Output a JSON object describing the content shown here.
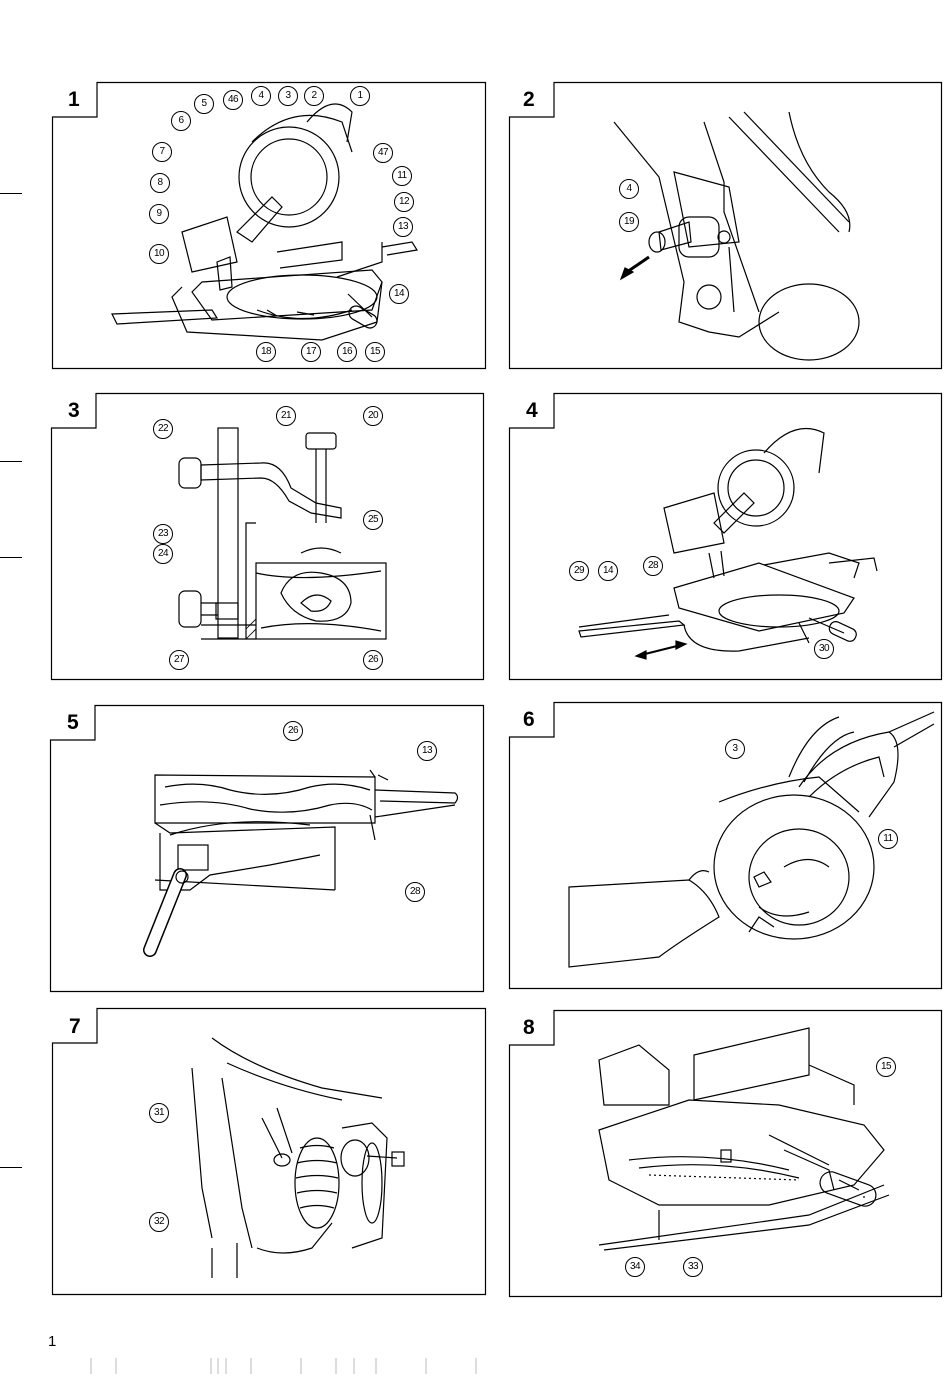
{
  "page_number": "1",
  "panels": [
    {
      "number": "1",
      "callouts": [
        "1",
        "2",
        "3",
        "4",
        "46",
        "5",
        "6",
        "7",
        "8",
        "9",
        "10",
        "11",
        "12",
        "13",
        "14",
        "15",
        "16",
        "17",
        "18",
        "47"
      ]
    },
    {
      "number": "2",
      "callouts": [
        "4",
        "19"
      ]
    },
    {
      "number": "3",
      "callouts": [
        "20",
        "21",
        "22",
        "23",
        "24",
        "25",
        "26",
        "27"
      ]
    },
    {
      "number": "4",
      "callouts": [
        "28",
        "29",
        "14",
        "30"
      ]
    },
    {
      "number": "5",
      "callouts": [
        "26",
        "13",
        "28"
      ]
    },
    {
      "number": "6",
      "callouts": [
        "3",
        "11"
      ]
    },
    {
      "number": "7",
      "callouts": [
        "31",
        "32"
      ]
    },
    {
      "number": "8",
      "callouts": [
        "15",
        "34",
        "33"
      ]
    }
  ]
}
